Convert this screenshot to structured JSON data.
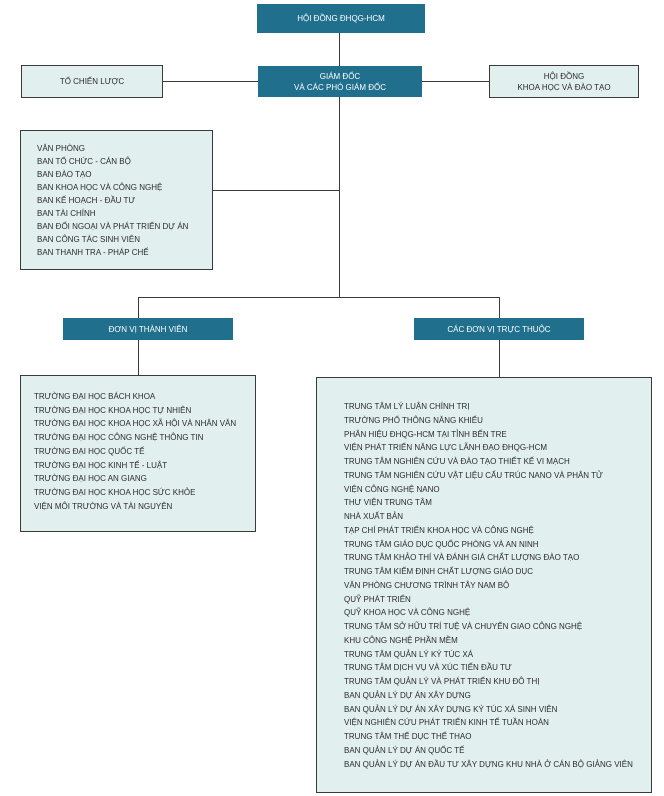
{
  "top": {
    "council": "HỘI ĐỒNG ĐHQG-HCM"
  },
  "director": {
    "line1": "GIÁM ĐỐC",
    "line2": "VÀ CÁC PHÓ GIÁM ĐỐC"
  },
  "strategy": {
    "label": "TỔ CHIẾN LƯỢC"
  },
  "science_council": {
    "line1": "HỘI ĐỒNG",
    "line2": "KHOA HỌC VÀ ĐÀO TẠO"
  },
  "departments": [
    "VĂN PHÒNG",
    "BAN TỔ CHỨC - CÁN BỘ",
    "BAN ĐÀO TẠO",
    "BAN KHOA HỌC VÀ CÔNG NGHỆ",
    "BAN KẾ HOẠCH - ĐẦU TƯ",
    "BAN TÀI CHÍNH",
    "BAN ĐỐI NGOẠI VÀ PHÁT TRIỂN DỰ ÁN",
    "BAN CÔNG TÁC SINH VIÊN",
    "BAN THANH TRA - PHÁP CHẾ"
  ],
  "member_units": {
    "header": "ĐƠN VỊ THÀNH VIÊN",
    "items": [
      "TRƯỜNG ĐẠI HỌC BÁCH KHOA",
      "TRƯỜNG ĐẠI HỌC KHOA HỌC TỰ NHIÊN",
      "TRƯỜNG ĐẠI HỌC KHOA HỌC XÃ HỘI VÀ NHÂN VĂN",
      "TRƯỜNG ĐẠI HỌC CÔNG NGHỆ THÔNG TIN",
      "TRƯỜNG ĐẠI HỌC QUỐC TẾ",
      "TRƯỜNG ĐẠI HỌC KINH TẾ - LUẬT",
      "TRƯỜNG ĐẠI HỌC AN GIANG",
      "TRƯỜNG ĐẠI HỌC KHOA HỌC SỨC KHỎE",
      "VIỆN MÔI TRƯỜNG VÀ TÀI NGUYÊN"
    ]
  },
  "affiliated_units": {
    "header": "CÁC ĐƠN VỊ TRỰC THUỘC",
    "items": [
      "TRUNG TÂM LÝ LUẬN CHÍNH TRỊ",
      "TRƯỜNG PHỔ THÔNG NĂNG KHIẾU",
      "PHÂN HIỆU ĐHQG-HCM TẠI TỈNH BẾN TRE",
      "VIỆN PHÁT TRIỂN NĂNG LỰC LÃNH ĐẠO ĐHQG-HCM",
      "TRUNG TÂM NGHIÊN CỨU VÀ ĐÀO TẠO THIẾT KẾ VI MẠCH",
      "TRUNG TÂM NGHIÊN CỨU VẬT LIỆU CẤU TRÚC NANO VÀ PHÂN TỬ",
      "VIỆN CÔNG NGHỆ NANO",
      "THƯ VIỆN TRUNG TÂM",
      "NHÀ XUẤT BẢN",
      "TẠP CHÍ PHÁT TRIỂN KHOA HỌC VÀ CÔNG NGHỆ",
      "TRUNG TÂM GIÁO DỤC QUỐC PHÒNG VÀ AN NINH",
      "TRUNG TÂM KHẢO THÍ VÀ ĐÁNH GIÁ CHẤT LƯỢNG ĐÀO TẠO",
      "TRUNG TÂM KIỂM ĐỊNH CHẤT LƯỢNG GIÁO DỤC",
      "VĂN PHÒNG CHƯƠNG TRÌNH TÂY NAM BỘ",
      "QUỸ PHÁT TRIỂN",
      "QUỸ KHOA HỌC VÀ CÔNG NGHỆ",
      "TRUNG TÂM SỞ HỮU TRÍ TUỆ VÀ CHUYỂN GIAO CÔNG NGHỆ",
      "KHU CÔNG NGHỆ PHẦN MỀM",
      "TRUNG TÂM QUẢN LÝ KÝ TÚC XÁ",
      "TRUNG TÂM DỊCH VỤ VÀ XÚC TIẾN ĐẦU TƯ",
      "TRUNG TÂM QUẢN LÝ VÀ PHÁT TRIỂN KHU ĐÔ THỊ",
      "BAN QUẢN LÝ DỰ ÁN XÂY DỰNG",
      "BAN QUẢN LÝ DỰ ÁN XÂY DỰNG KÝ TÚC XÁ SINH VIÊN",
      "VIỆN NGHIÊN CỨU PHÁT TRIỂN KINH TẾ TUẦN HOÀN",
      "TRUNG TÂM THỂ DỤC THỂ THAO",
      "BAN QUẢN LÝ DỰ ÁN QUỐC TẾ",
      "BAN QUẢN LÝ DỰ ÁN ĐẦU TƯ XÂY DỰNG KHU NHÀ Ở CÁN BỘ GIẢNG VIÊN"
    ]
  },
  "colors": {
    "header_fill": "#1f6f8d",
    "box_fill": "#e2efef",
    "line": "#3a3a3a"
  }
}
